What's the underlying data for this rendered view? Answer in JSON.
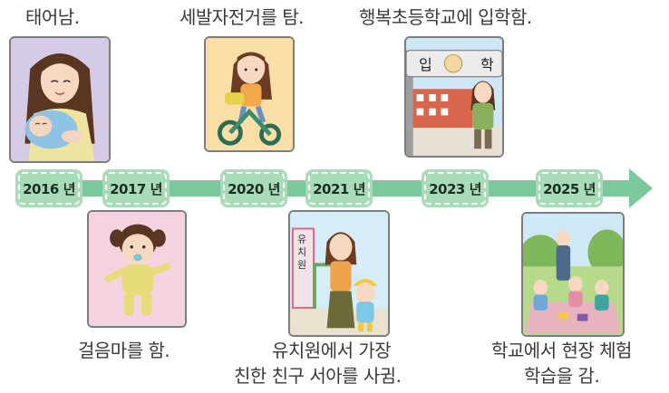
{
  "events": [
    {
      "year": "2016 년",
      "caption": "태어남."
    },
    {
      "year": "2017 년",
      "caption": "걸음마를 함."
    },
    {
      "year": "2020 년",
      "caption": "세발자전거를 탐."
    },
    {
      "year": "2021 년",
      "caption_line1": "유치원에서 가장",
      "caption_line2": "친한 친구 서아를 사귐."
    },
    {
      "year": "2023 년",
      "caption": "행복초등학교에 입학함."
    },
    {
      "year": "2025 년",
      "caption_line1": "학교에서 현장 체험",
      "caption_line2": "학습을 감."
    }
  ],
  "school_sign": [
    "입",
    "학"
  ],
  "kindergarten_sign": "유치원",
  "colors": {
    "timeline": "#7bc99a",
    "year_box": "#a8dbb8"
  }
}
